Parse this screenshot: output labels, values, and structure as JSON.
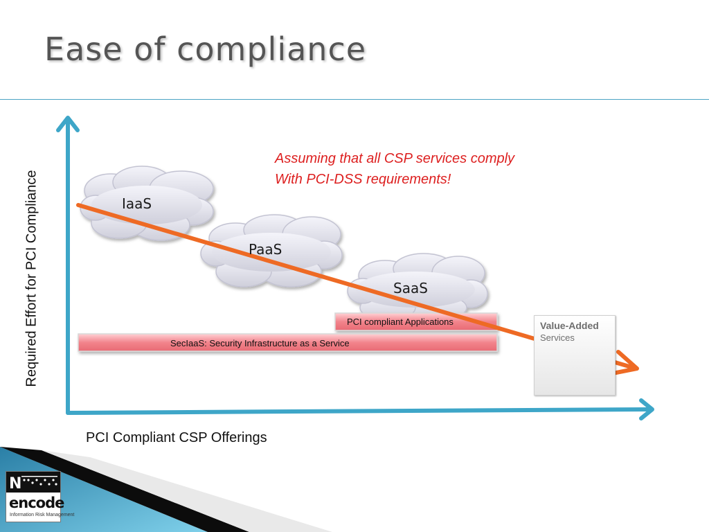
{
  "slide": {
    "title": "Ease of compliance"
  },
  "axes": {
    "y_label": "Required Effort for PCI Compliance",
    "x_label": "PCI Compliant CSP Offerings"
  },
  "note": {
    "line1": "Assuming that all CSP services comply",
    "line2": "With PCI-DSS requirements!",
    "color": "#dd1f1f"
  },
  "clouds": [
    {
      "label": "IaaS"
    },
    {
      "label": "PaaS"
    },
    {
      "label": "SaaS"
    }
  ],
  "bars": {
    "app_label": "PCI compliant Applications",
    "infra_label": "SecIaaS: Security Infrastructure as a Service"
  },
  "value_added": {
    "title": "Value-Added",
    "subtitle": "Services"
  },
  "logo": {
    "name": "encode",
    "tagline": "Information Risk Management"
  },
  "colors": {
    "axis": "#3ea6c8",
    "trend_arrow": "#ee6a24",
    "bar_fill": "#f2848c",
    "title_rule": "#4aa3c4"
  }
}
